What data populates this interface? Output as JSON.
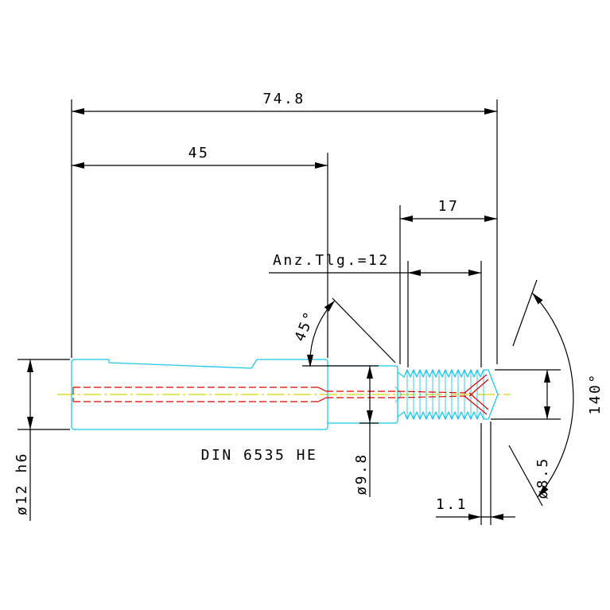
{
  "labels": {
    "overall_length": "74.8",
    "shank_length": "45",
    "cutting_length": "17",
    "flute_count": "Anz.Tlg.=12",
    "chamfer_angle": "45°",
    "point_angle": "140°",
    "shank_spec": "DIN 6535 HE",
    "neck_diameter": "ø9.8",
    "thread_diameter": "ø8.5",
    "shank_diameter": "ø12 h6",
    "tip_offset": "1.1"
  },
  "colors": {
    "background": "#ffffff",
    "dimension_lines": "#000000",
    "tool_outline": "#1ec8e6",
    "coolant_channel": "#e00000",
    "centerline": "#d8d800"
  }
}
